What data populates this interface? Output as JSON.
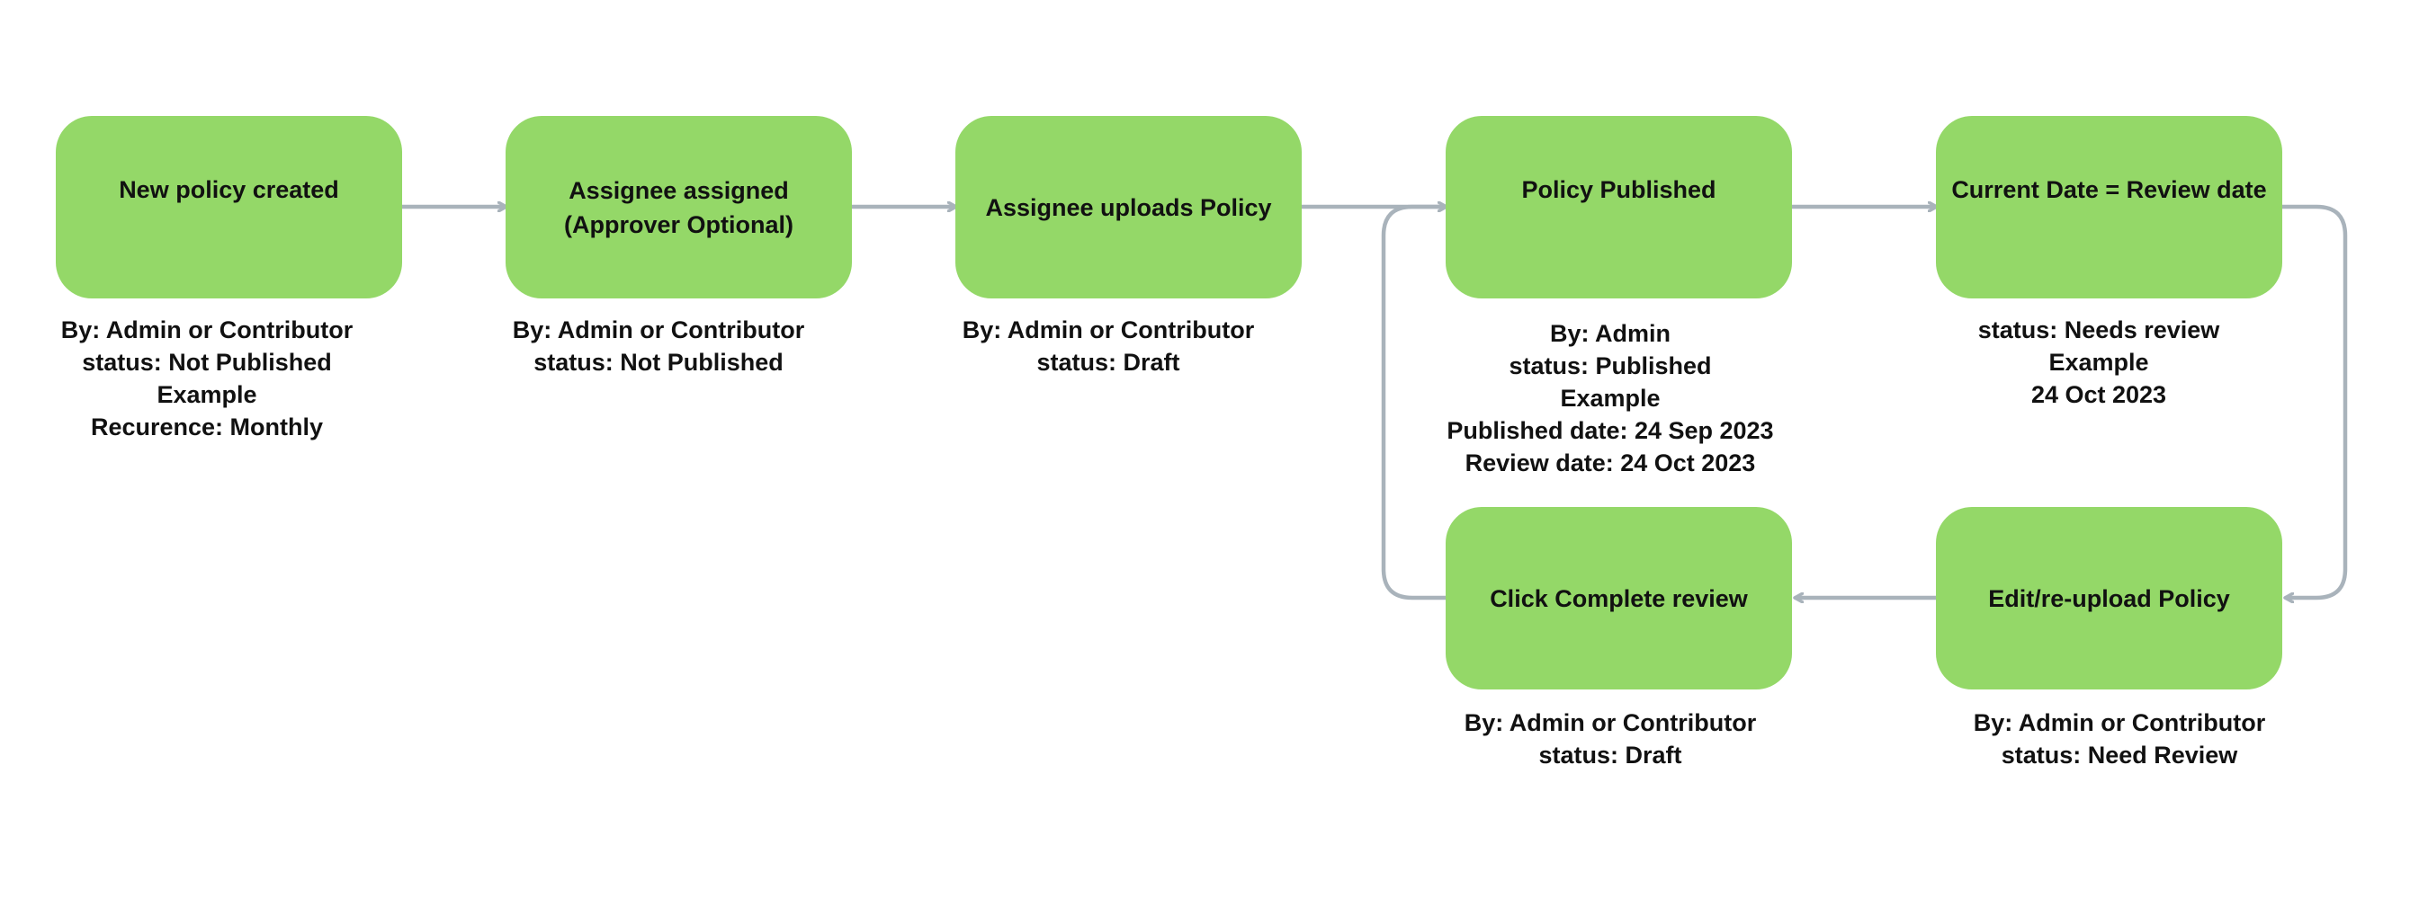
{
  "colors": {
    "node_fill": "#94d868",
    "arrow": "#a9b3bb",
    "text": "#111111"
  },
  "nodes": {
    "new_policy": {
      "title": "New policy created",
      "notes": [
        "By: Admin or Contributor",
        "status: Not Published",
        "Example",
        "Recurence: Monthly"
      ]
    },
    "assignee_assigned": {
      "title": "Assignee assigned\n(Approver Optional)",
      "notes": [
        "By: Admin or Contributor",
        "status: Not Published"
      ]
    },
    "assignee_uploads": {
      "title": "Assignee uploads Policy",
      "notes": [
        "By: Admin or Contributor",
        "status: Draft"
      ]
    },
    "policy_published": {
      "title": "Policy Published",
      "notes": [
        "By: Admin",
        "status: Published",
        "Example",
        "Published date: 24 Sep 2023",
        "Review date: 24 Oct 2023"
      ]
    },
    "review_date": {
      "title": "Current Date = Review date",
      "notes": [
        "status: Needs review",
        "Example",
        "24 Oct 2023"
      ]
    },
    "edit_reupload": {
      "title": "Edit/re-upload Policy",
      "notes": [
        "By: Admin or Contributor",
        "status: Need Review"
      ]
    },
    "complete_review": {
      "title": "Click Complete review",
      "notes": [
        "By: Admin or Contributor",
        "status: Draft"
      ]
    }
  }
}
